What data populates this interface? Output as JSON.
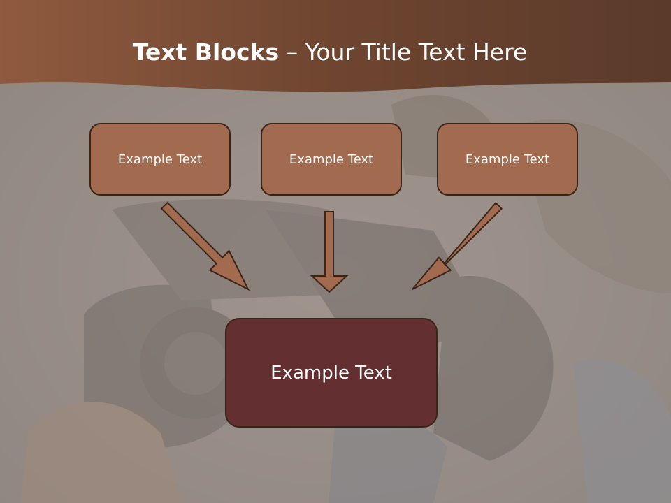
{
  "title": {
    "bold_part": "Text Blocks",
    "separator": " – ",
    "regular_part": "Your Title Text Here"
  },
  "boxes": [
    {
      "label": "Example Text"
    },
    {
      "label": "Example Text"
    },
    {
      "label": "Example Text"
    }
  ],
  "target_box": {
    "label": "Example Text"
  },
  "colors": {
    "header_band": "#7a4a33",
    "small_box_fill": "#a26b50",
    "large_box_fill": "#632f31",
    "arrow_fill": "#a26b50",
    "outline": "#3a2418"
  }
}
